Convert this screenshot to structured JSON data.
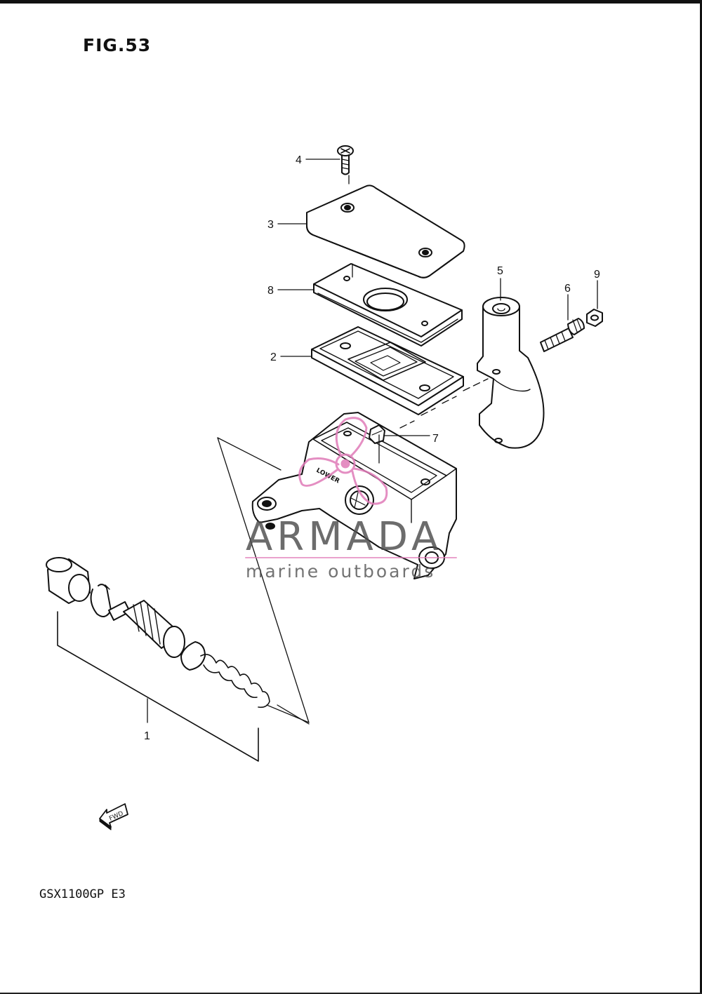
{
  "figure": {
    "title": "FIG.53",
    "model": "GSX1100GP E3"
  },
  "callouts": [
    {
      "number": "4"
    },
    {
      "number": "3"
    },
    {
      "number": "8"
    },
    {
      "number": "2"
    },
    {
      "number": "5"
    },
    {
      "number": "6"
    },
    {
      "number": "9"
    },
    {
      "number": "7"
    },
    {
      "number": "1"
    }
  ],
  "markings": {
    "lower_stamp": "LOWER",
    "fwd_arrow": "FWD"
  },
  "watermark": {
    "title": "ARMADA",
    "subtitle": "marine outboards",
    "logo_color": "#e07bb8"
  },
  "colors": {
    "ink": "#111111",
    "paper": "#ffffff"
  }
}
